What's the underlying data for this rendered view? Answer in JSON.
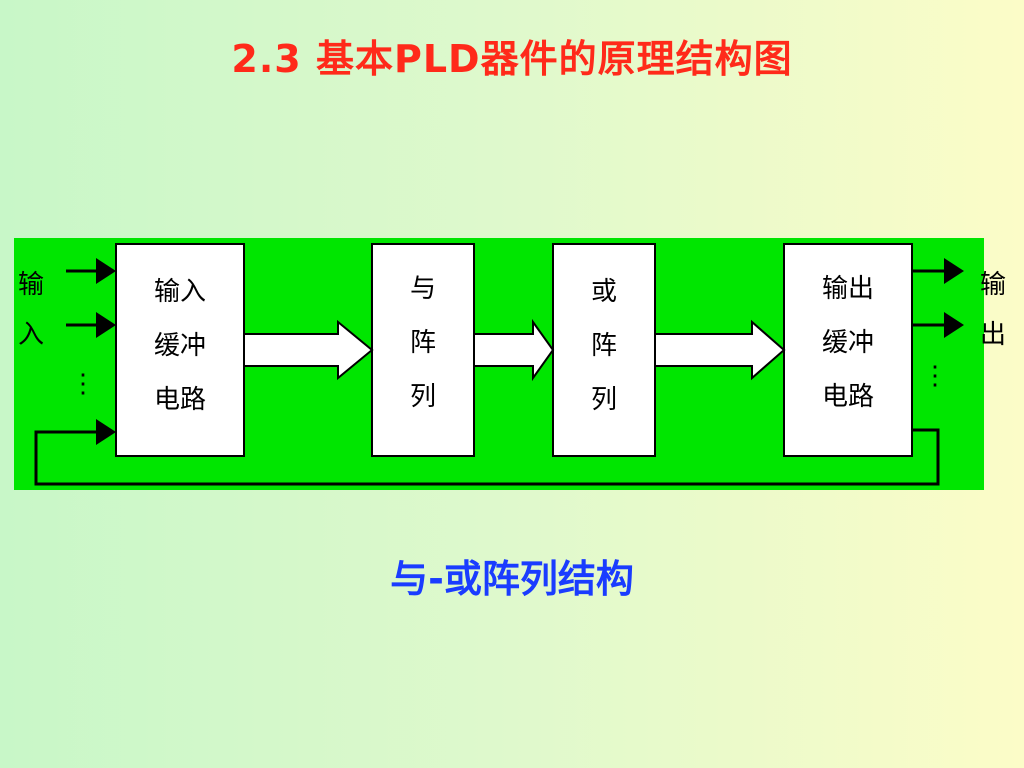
{
  "slide": {
    "title": "2.3 基本PLD器件的原理结构图",
    "caption": "与-或阵列结构"
  },
  "diagram": {
    "input_label": [
      "输",
      "入"
    ],
    "output_label": [
      "输",
      "出"
    ],
    "blocks": [
      {
        "name": "input-buffer",
        "lines": [
          "输入",
          "缓冲",
          "电路"
        ]
      },
      {
        "name": "and-array",
        "lines": [
          "与",
          "阵",
          "列"
        ]
      },
      {
        "name": "or-array",
        "lines": [
          "或",
          "阵",
          "列"
        ]
      },
      {
        "name": "output-buffer",
        "lines": [
          "输出",
          "缓冲",
          "电路"
        ]
      }
    ],
    "ellipsis": "⋮"
  },
  "colors": {
    "title": "#ff2a1a",
    "caption": "#1a3cff",
    "panel": "#00e600",
    "block_fill": "#ffffff",
    "line": "#000000"
  }
}
